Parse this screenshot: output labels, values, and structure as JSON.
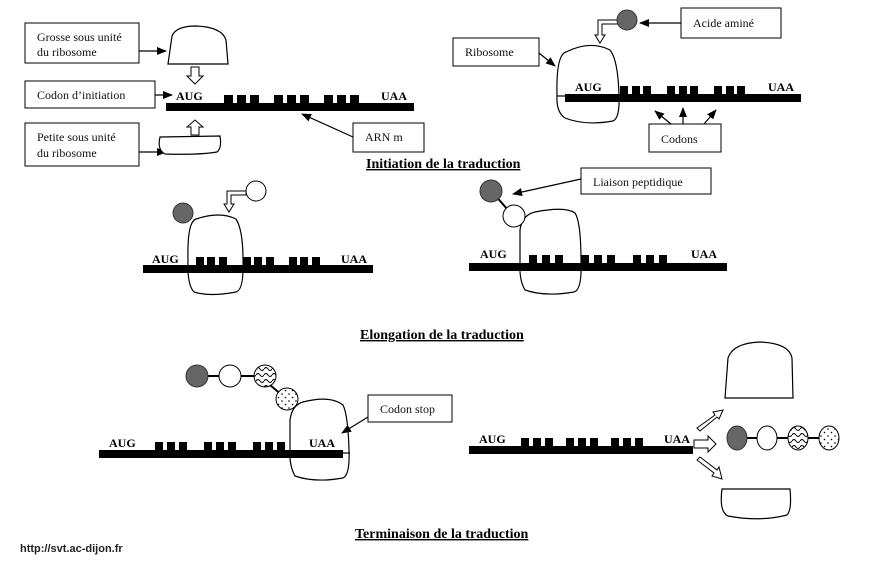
{
  "colors": {
    "background": "#ffffff",
    "ink": "#000000",
    "amino_dark": "#666666",
    "amino_light": "#ffffff"
  },
  "labels": {
    "grosse_sous_unite_line1": "Grosse sous unité",
    "grosse_sous_unite_line2": "du ribosome",
    "codon_initiation": "Codon d’initiation",
    "petite_sous_unite_line1": "Petite sous unité",
    "petite_sous_unite_line2": "du ribosome",
    "arn_m": "ARN m",
    "ribosome": "Ribosome",
    "acide_amine": "Acide aminé",
    "codons": "Codons",
    "liaison_peptidique": "Liaison peptidique",
    "codon_stop": "Codon stop"
  },
  "codons": {
    "start": "AUG",
    "stop": "UAA"
  },
  "titles": {
    "initiation": "Initiation de la traduction",
    "elongation": "Elongation de la traduction",
    "terminaison": "Terminaison de la traduction"
  },
  "footer": {
    "source_url": "http://svt.ac-dijon.fr"
  },
  "amino_acid_types": [
    "dark-filled",
    "white",
    "wavy-pattern",
    "dotted-pattern"
  ]
}
